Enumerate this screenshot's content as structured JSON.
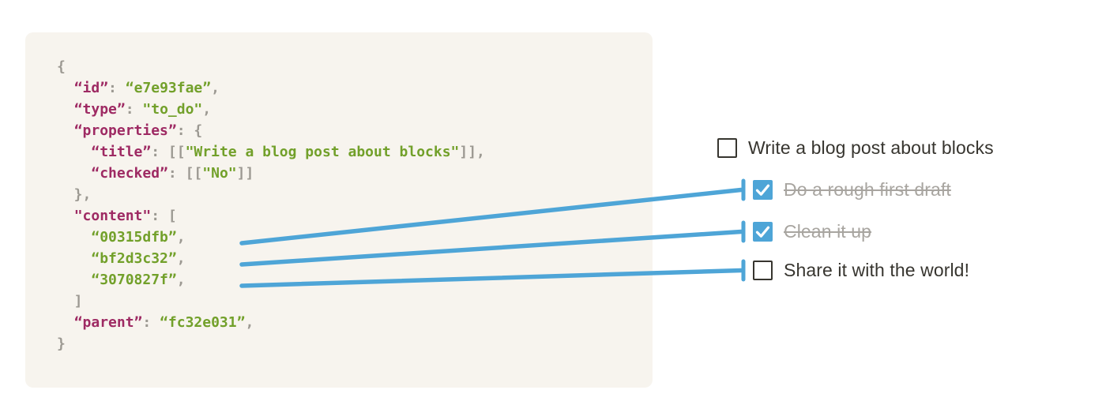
{
  "colors": {
    "background": "#ffffff",
    "panel_bg": "#f7f4ee",
    "code_key": "#9e2a63",
    "code_string": "#72a02a",
    "code_punct": "#9c9992",
    "connector_blue": "#4ea5d7",
    "text_ink": "#37352f",
    "text_muted": "#a8a5a0",
    "checkbox_checked_bg": "#4ea5d7",
    "checkmark": "#ffffff"
  },
  "code_block": {
    "language": "json",
    "lines": [
      [
        {
          "t": "{",
          "c": "pun"
        }
      ],
      [
        {
          "t": "  ",
          "c": "pun"
        },
        {
          "t": "“id”",
          "c": "key"
        },
        {
          "t": ": ",
          "c": "pun"
        },
        {
          "t": "“e7e93fae”",
          "c": "str"
        },
        {
          "t": ",",
          "c": "pun"
        }
      ],
      [
        {
          "t": "  ",
          "c": "pun"
        },
        {
          "t": "“type”",
          "c": "key"
        },
        {
          "t": ": ",
          "c": "pun"
        },
        {
          "t": "\"to_do\"",
          "c": "str"
        },
        {
          "t": ",",
          "c": "pun"
        }
      ],
      [
        {
          "t": "  ",
          "c": "pun"
        },
        {
          "t": "“properties”",
          "c": "key"
        },
        {
          "t": ": ",
          "c": "pun"
        },
        {
          "t": "{",
          "c": "pun"
        }
      ],
      [
        {
          "t": "    ",
          "c": "pun"
        },
        {
          "t": "“title”",
          "c": "key"
        },
        {
          "t": ": ",
          "c": "pun"
        },
        {
          "t": "[[",
          "c": "pun"
        },
        {
          "t": "\"Write a blog post about blocks\"",
          "c": "str"
        },
        {
          "t": "]],",
          "c": "pun"
        }
      ],
      [
        {
          "t": "    ",
          "c": "pun"
        },
        {
          "t": "“checked”",
          "c": "key"
        },
        {
          "t": ": ",
          "c": "pun"
        },
        {
          "t": "[[",
          "c": "pun"
        },
        {
          "t": "\"No\"",
          "c": "str"
        },
        {
          "t": "]]",
          "c": "pun"
        }
      ],
      [
        {
          "t": "  },",
          "c": "pun"
        }
      ],
      [
        {
          "t": "  ",
          "c": "pun"
        },
        {
          "t": "\"content\"",
          "c": "key"
        },
        {
          "t": ": ",
          "c": "pun"
        },
        {
          "t": "[",
          "c": "pun"
        }
      ],
      [
        {
          "t": "    ",
          "c": "pun"
        },
        {
          "t": "“00315dfb”",
          "c": "str"
        },
        {
          "t": ",",
          "c": "pun"
        }
      ],
      [
        {
          "t": "    ",
          "c": "pun"
        },
        {
          "t": "“bf2d3c32”",
          "c": "str"
        },
        {
          "t": ",",
          "c": "pun"
        }
      ],
      [
        {
          "t": "    ",
          "c": "pun"
        },
        {
          "t": "“3070827f”",
          "c": "str"
        },
        {
          "t": ",",
          "c": "pun"
        }
      ],
      [
        {
          "t": "  ]",
          "c": "pun"
        }
      ],
      [
        {
          "t": "  ",
          "c": "pun"
        },
        {
          "t": "“parent”",
          "c": "key"
        },
        {
          "t": ": ",
          "c": "pun"
        },
        {
          "t": "“fc32e031”",
          "c": "str"
        },
        {
          "t": ",",
          "c": "pun"
        }
      ],
      [
        {
          "t": "}",
          "c": "pun"
        }
      ]
    ]
  },
  "todo_list": {
    "items": [
      {
        "label": "Write a blog post about blocks",
        "checked": false,
        "struck": false,
        "indent": 0
      },
      {
        "label": "Do a rough first draft",
        "checked": true,
        "struck": true,
        "indent": 1
      },
      {
        "label": "Clean it up",
        "checked": true,
        "struck": true,
        "indent": 1
      },
      {
        "label": "Share it with the world!",
        "checked": false,
        "struck": false,
        "indent": 1
      }
    ]
  },
  "connectors": [
    {
      "from_content_id": "00315dfb",
      "from_code_line": 8,
      "to_item": 1,
      "to_label": "Do a rough first draft"
    },
    {
      "from_content_id": "bf2d3c32",
      "from_code_line": 9,
      "to_item": 2,
      "to_label": "Clean it up"
    },
    {
      "from_content_id": "3070827f",
      "from_code_line": 10,
      "to_item": 3,
      "to_label": "Share it with the world!"
    }
  ]
}
